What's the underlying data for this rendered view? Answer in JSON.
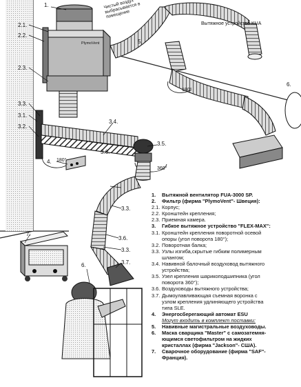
{
  "diagram": {
    "caption": "Вытяжное устройство KUA",
    "clean_air_note": "Чистый воздух выбрасывается в помещение",
    "brand_on_unit": "PlymoVent",
    "angles": {
      "a1": "180°",
      "a2": "180°",
      "a3": "360°"
    },
    "labels": {
      "n1": "1.",
      "n21": "2.1.",
      "n22": "2.2.",
      "n23": "2.3.",
      "n5": "5.",
      "n6a": "6.",
      "n33a": "3.3.",
      "n31": "3.1.",
      "n32": "3.2.",
      "n34": "3.4.",
      "n35": "3.5.",
      "n36a": "3.6.",
      "n4": "4.",
      "n33b": "3.3.",
      "n7": "7.",
      "n36b": "3.6.",
      "n33c": "3.3.",
      "n37": "3.7.",
      "n6b": "6."
    }
  },
  "legend": [
    {
      "num": "1.",
      "text": "Вытяжной вентилятор FUA-3000 SP.",
      "bold": true
    },
    {
      "num": "2.",
      "text": "Фильтр (фирма \"PlymoVent\"- Швеция):",
      "bold": true
    },
    {
      "num": "2.1.",
      "text": "Корпус;",
      "bold": false
    },
    {
      "num": "2.2.",
      "text": "Кронштейн крепления;",
      "bold": false
    },
    {
      "num": "2.3.",
      "text": "Приемная камера.",
      "bold": false
    },
    {
      "num": "3.",
      "text": "Гибкое вытяжное устройство \"FLEX-MAX\":",
      "bold": true
    },
    {
      "num": "3.1.",
      "text": "Кронштейн крепления поворотной осевой\nопоры (угол поворота 180°);",
      "bold": false
    },
    {
      "num": "3.2.",
      "text": "Поворотная балка;",
      "bold": false
    },
    {
      "num": "3.3.",
      "text": "Узлы изгиба,скрытые гибким полимерным\nшлангом;",
      "bold": false
    },
    {
      "num": "3.4.",
      "text": "Навивной балочный воздуховод вытяжного\nустройства;",
      "bold": false
    },
    {
      "num": "3.5.",
      "text": "Узел крепления шарикоподшипника (угол\nповорота 360°);",
      "bold": false
    },
    {
      "num": "3.6.",
      "text": "Воздуховоды вытяжного устройства;",
      "bold": false
    },
    {
      "num": "3.7.",
      "text": "Дымоулавливающая съемная воронка с\nузлом крепления удлиняющего устройства\nтипа SLE.",
      "bold": false
    },
    {
      "num": "4.",
      "text": "Энергосберегающий автомат ESU",
      "bold": true
    },
    {
      "num": "",
      "text": "Могут входить в комплект поставки:",
      "bold": false,
      "note": true
    },
    {
      "num": "5.",
      "text": "Навивные магистральные воздуховоды.",
      "bold": true
    },
    {
      "num": "6.",
      "text": "Маска сварщика \"Master\" с самозатемня-\nющимся светофильтром на жидких\nкристаллах (фирма \"Jackson\"- США).",
      "bold": true
    },
    {
      "num": "7.",
      "text": "Сварочное оборудование (фирма \"SAF\"-\nФранция).",
      "bold": true
    }
  ]
}
